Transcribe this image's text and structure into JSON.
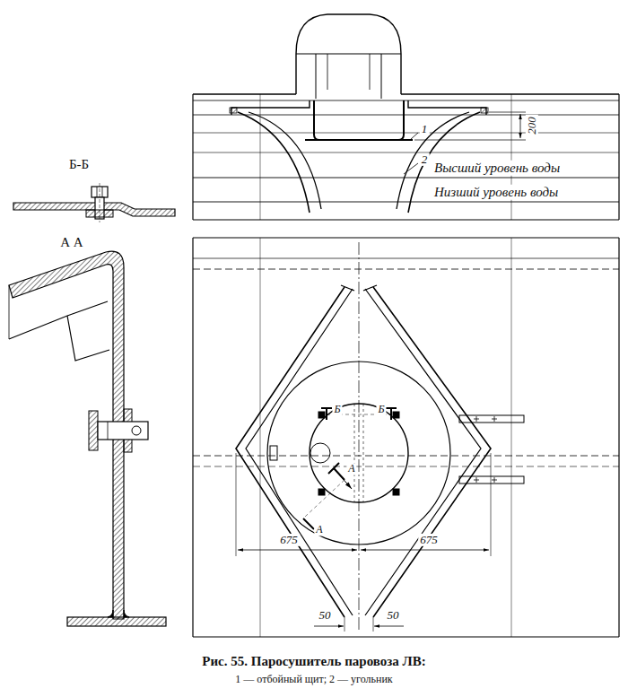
{
  "diagram": {
    "caption": "Рис. 55. Паросушитель паровоза ЛВ:",
    "labels": [
      "Б-Б",
      "А А",
      "200",
      "1",
      "2",
      "Высший уровень воды",
      "Низший уровень воды",
      "Б",
      "Б",
      "А",
      "А",
      "675",
      "675",
      "50",
      "50",
      "1 — отбойный щит; 2 — угольник"
    ]
  }
}
